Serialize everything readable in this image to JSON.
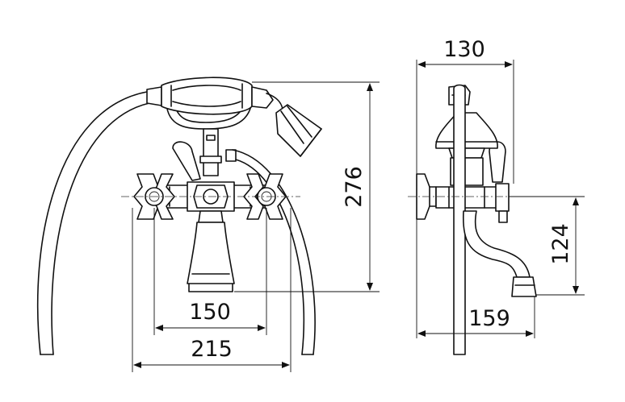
{
  "dimensions": {
    "top_width": "130",
    "overall_height": "276",
    "spout_height": "124",
    "center_spacing": "150",
    "overall_width": "215",
    "spout_reach": "159"
  }
}
